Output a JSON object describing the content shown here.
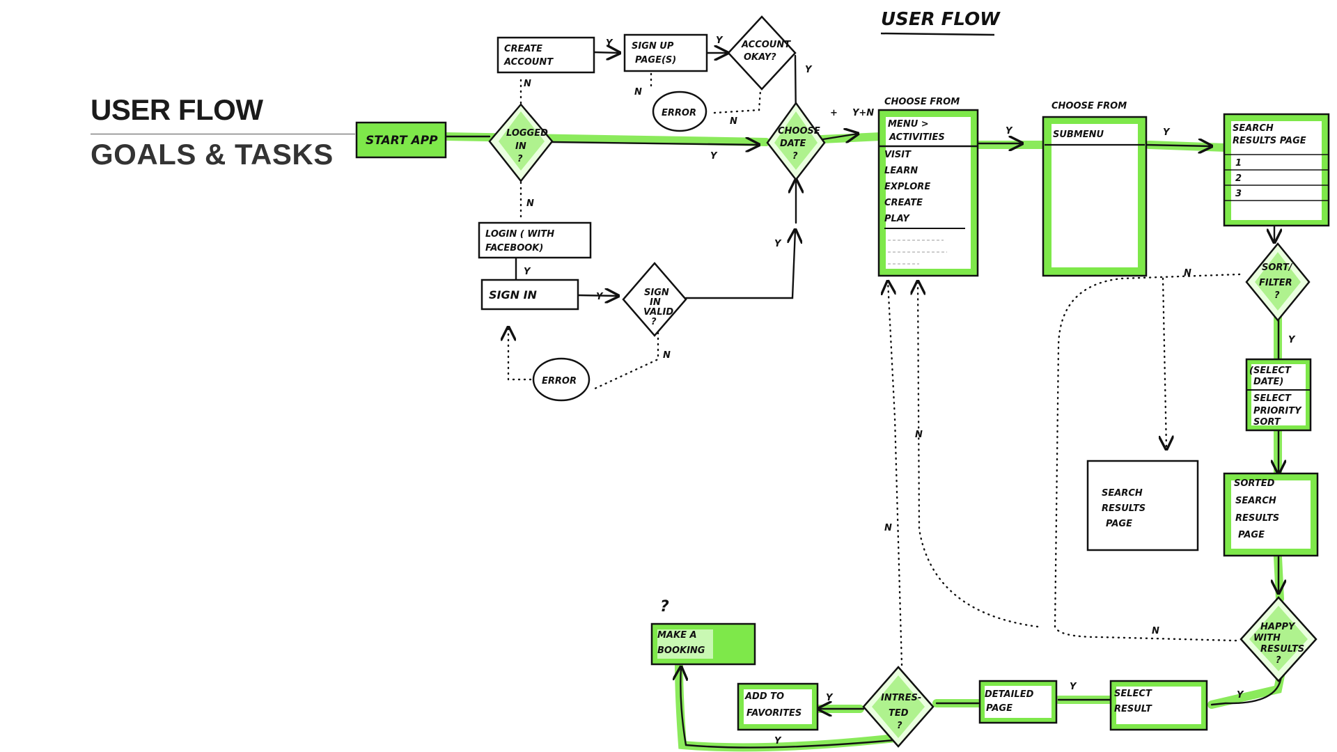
{
  "slide": {
    "title": "USER FLOW",
    "subtitle": "GOALS & TASKS"
  },
  "diagram": {
    "heading": "USER FLOW",
    "nodes": {
      "start_app": "START APP",
      "logged_in": [
        "LOGGED",
        "IN",
        "?"
      ],
      "create_account": [
        "CREATE",
        "ACCOUNT"
      ],
      "signup_pages": [
        "SIGN UP",
        "PAGE(S)"
      ],
      "account_okay": [
        "ACCOUNT",
        "OKAY?"
      ],
      "error_top": "ERROR",
      "login_facebook": [
        "LOGIN ( WITH",
        "FACEBOOK)"
      ],
      "sign_in": "SIGN IN",
      "sign_in_valid": [
        "SIGN",
        "IN",
        "VALID",
        "?"
      ],
      "error_bottom": "ERROR",
      "choose_date": [
        "CHOOSE",
        "DATE",
        "?"
      ],
      "choose_from_1": "CHOOSE FROM",
      "menu_activities": [
        "MENU >",
        "ACTIVITIES"
      ],
      "menu_items": [
        "VISIT",
        "LEARN",
        "EXPLORE",
        "CREATE",
        "PLAY"
      ],
      "choose_from_2": "CHOOSE FROM",
      "submenu": "SUBMENU",
      "search_results_page": [
        "SEARCH",
        "RESULTS PAGE"
      ],
      "search_results_list": [
        "1",
        "2",
        "3"
      ],
      "sort_filter": [
        "SORT/",
        "FILTER",
        "?"
      ],
      "select_date": [
        "(SELECT",
        "DATE)"
      ],
      "select_priority": [
        "SELECT",
        "PRIORITY",
        "SORT"
      ],
      "sorted_results": [
        "SORTED",
        "SEARCH",
        "RESULTS",
        "PAGE"
      ],
      "search_results_plain": [
        "SEARCH",
        "RESULTS",
        "PAGE"
      ],
      "happy_with_results": [
        "HAPPY",
        "WITH",
        "RESULTS",
        "?"
      ],
      "select_result": [
        "SELECT",
        "RESULT"
      ],
      "detailed_page": [
        "DETAILED",
        "PAGE"
      ],
      "interested": [
        "INTRES-",
        "TED",
        "?"
      ],
      "add_to_favorites": [
        "ADD TO",
        "FAVORITES"
      ],
      "make_a_booking": [
        "MAKE A",
        "BOOKING"
      ],
      "booking_question": "?"
    },
    "edge_labels": {
      "yes": "Y",
      "no": "N",
      "yes_or_no": "Y+N",
      "plus": "+"
    },
    "colors": {
      "highlight": "#7ee84a",
      "ink": "#111111"
    }
  }
}
